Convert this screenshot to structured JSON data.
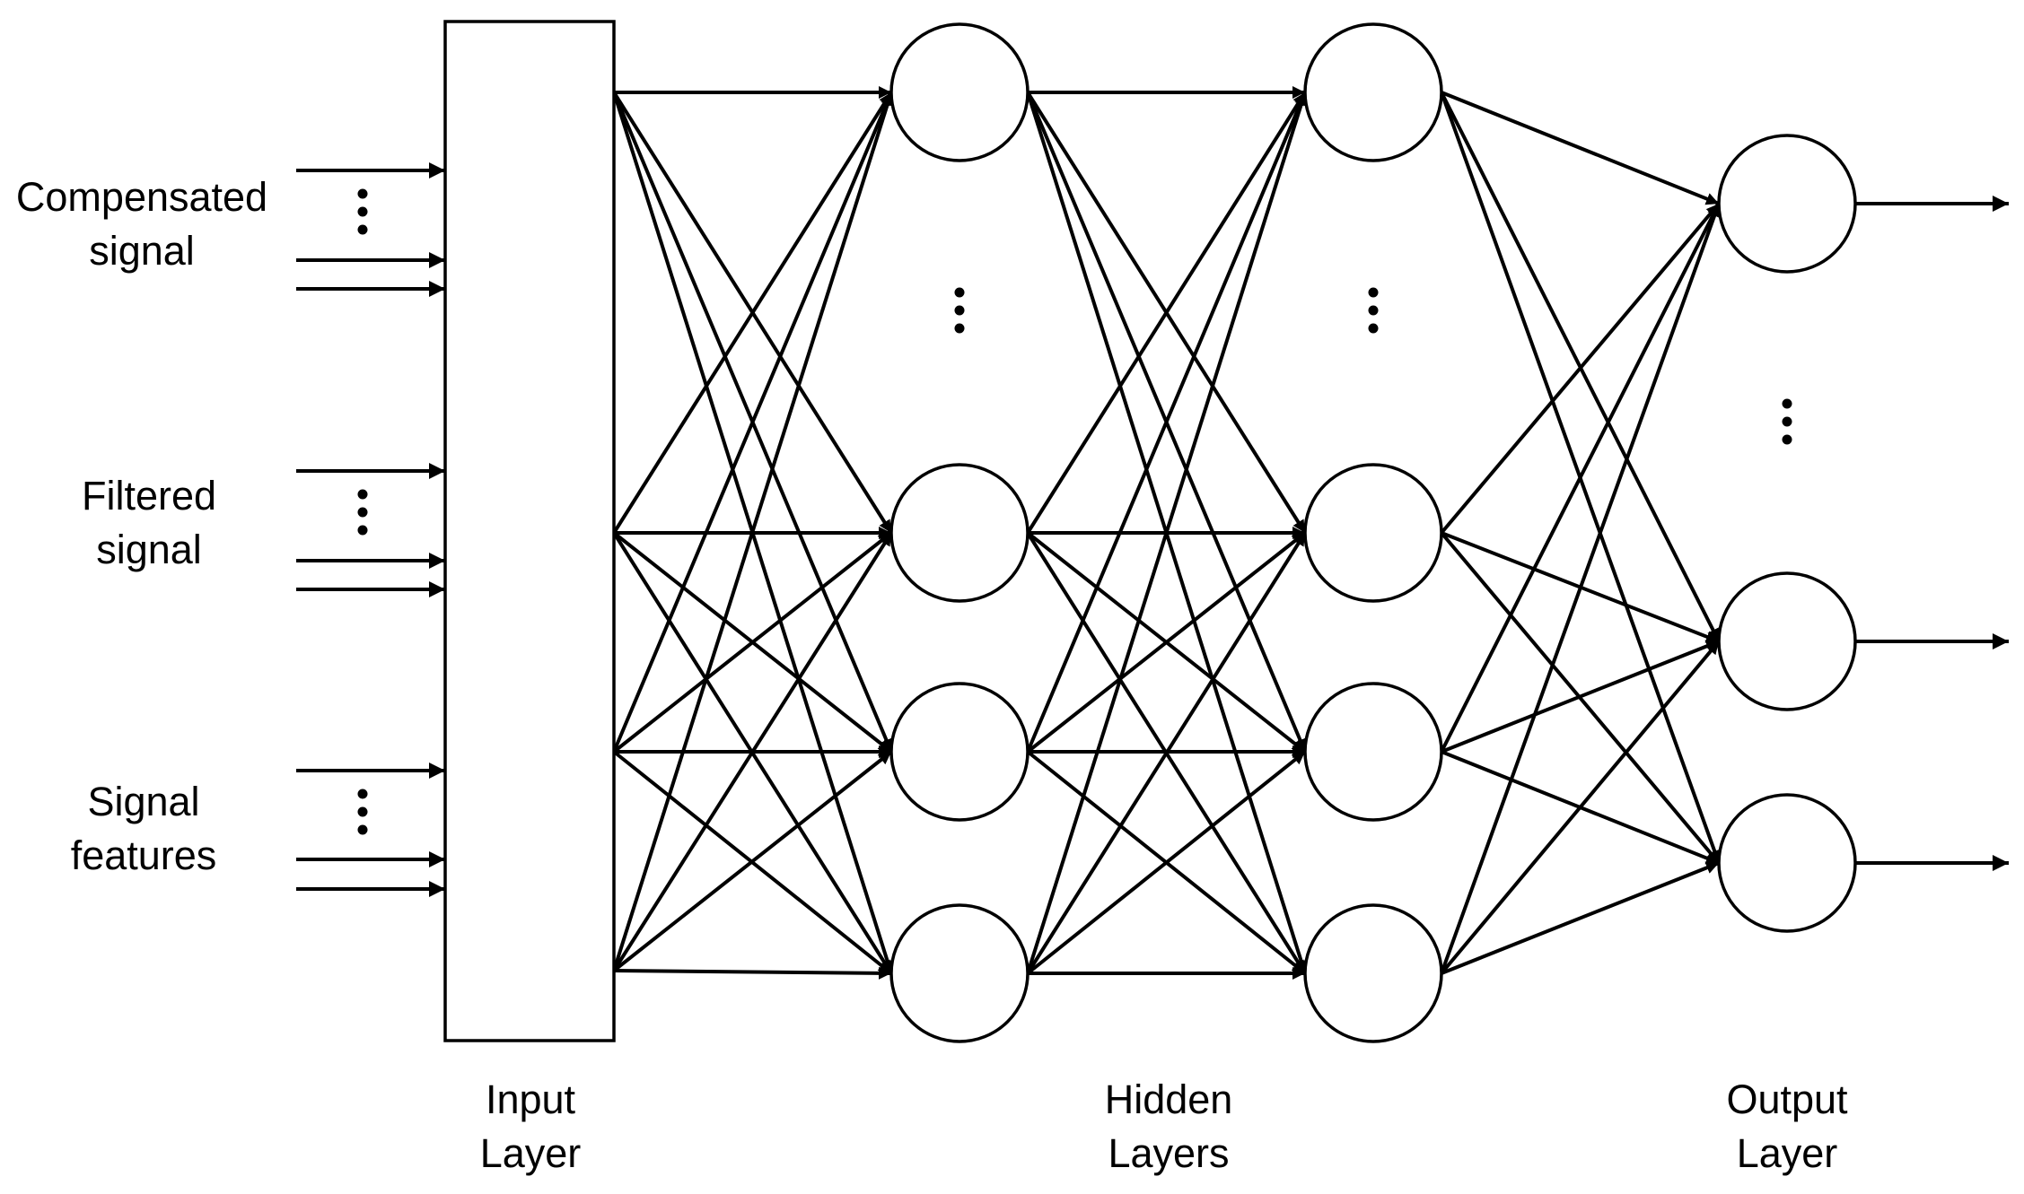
{
  "input_groups": [
    {
      "label_line1": "Compensated",
      "label_line2": "signal"
    },
    {
      "label_line1": "Filtered",
      "label_line2": "signal"
    },
    {
      "label_line1": "Signal",
      "label_line2": "features"
    }
  ],
  "layers": {
    "input": {
      "line1": "Input",
      "line2": "Layer"
    },
    "hidden": {
      "line1": "Hidden",
      "line2": "Layers"
    },
    "output": {
      "line1": "Output",
      "line2": "Layer"
    }
  },
  "colors": {
    "stroke": "#000000",
    "background": "#ffffff"
  }
}
